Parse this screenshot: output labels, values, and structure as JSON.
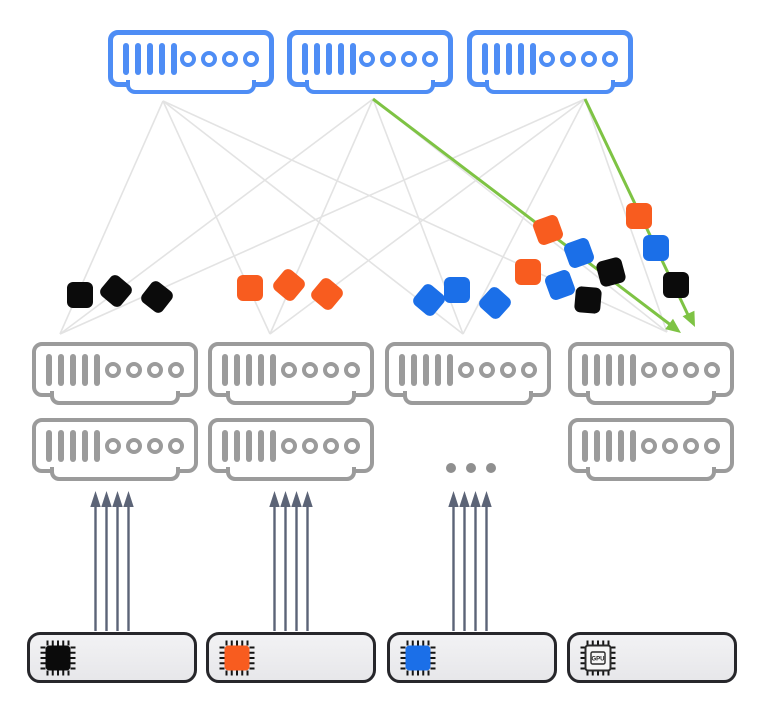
{
  "diagram_name": "spine-leaf network with packet flows and compute nodes",
  "colors": {
    "spine_blue": "#4e8df5",
    "leaf_gray": "#9b9b9b",
    "link_gray": "#e3e3e3",
    "flow_green": "#7ec344",
    "uplink_slate": "#5c6477",
    "packet_black": "#0b0b0b",
    "packet_orange": "#f85c1f",
    "packet_blue": "#1b6fe8",
    "node_fill": "#eeeef0",
    "node_border": "#27272b",
    "dot_gray": "#8f8f8f"
  },
  "spine_switches": [
    {
      "id": "spine-switch-1"
    },
    {
      "id": "spine-switch-2"
    },
    {
      "id": "spine-switch-3"
    }
  ],
  "leaf_servers": [
    {
      "id": "leaf-server-r1-c1"
    },
    {
      "id": "leaf-server-r1-c2"
    },
    {
      "id": "leaf-server-r1-c3"
    },
    {
      "id": "leaf-server-r1-c4"
    },
    {
      "id": "leaf-server-r2-c1"
    },
    {
      "id": "leaf-server-r2-c2"
    },
    {
      "id": "leaf-server-r2-c4"
    }
  ],
  "ellipsis": {
    "dot_count": 3
  },
  "topology": {
    "spine_to_leaf_links": "full-mesh",
    "flow_arrows": 2,
    "uplinks_per_compute_node": 4,
    "compute_nodes_with_uplinks": 3
  },
  "packets": [
    {
      "id": "packet-black-1",
      "color": "black"
    },
    {
      "id": "packet-black-2",
      "color": "black"
    },
    {
      "id": "packet-black-3",
      "color": "black"
    },
    {
      "id": "packet-orange-1",
      "color": "orange"
    },
    {
      "id": "packet-orange-2",
      "color": "orange"
    },
    {
      "id": "packet-orange-3",
      "color": "orange"
    },
    {
      "id": "packet-blue-1",
      "color": "blue"
    },
    {
      "id": "packet-blue-2",
      "color": "blue"
    },
    {
      "id": "packet-blue-3",
      "color": "blue"
    },
    {
      "id": "packet-orange-4",
      "color": "orange"
    },
    {
      "id": "packet-blue-4",
      "color": "blue"
    },
    {
      "id": "packet-black-4",
      "color": "black"
    },
    {
      "id": "packet-orange-5",
      "color": "orange"
    },
    {
      "id": "packet-blue-5",
      "color": "blue"
    },
    {
      "id": "packet-black-5",
      "color": "black"
    },
    {
      "id": "packet-orange-6",
      "color": "orange"
    },
    {
      "id": "packet-blue-6",
      "color": "blue"
    },
    {
      "id": "packet-black-6",
      "color": "black"
    }
  ],
  "compute_nodes": [
    {
      "id": "compute-node-1",
      "chip": "black"
    },
    {
      "id": "compute-node-2",
      "chip": "orange"
    },
    {
      "id": "compute-node-3",
      "chip": "blue"
    },
    {
      "id": "compute-node-4",
      "chip": "gpu",
      "chip_label": "GPU"
    }
  ]
}
